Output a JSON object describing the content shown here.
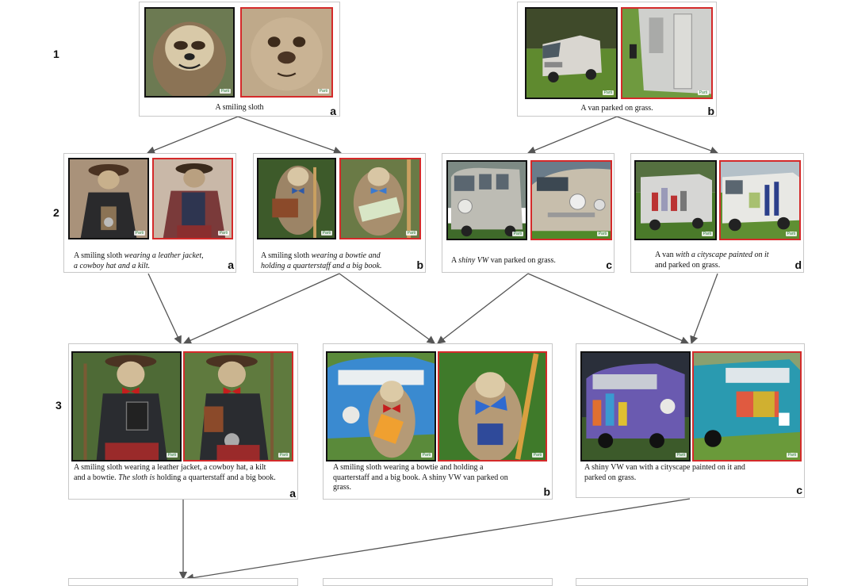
{
  "rows": [
    "1",
    "2",
    "3"
  ],
  "panels": {
    "r1a": {
      "letter": "a",
      "caption": [
        "A smiling sloth"
      ],
      "watermarks": [
        "Parti",
        "Parti"
      ]
    },
    "r1b": {
      "letter": "b",
      "caption": [
        "A van parked on grass."
      ],
      "watermarks": [
        "Parti",
        "Parti"
      ]
    },
    "r2a": {
      "letter": "a",
      "caption": [
        [
          "A smiling sloth ",
          "wearing a leather jacket,"
        ],
        [
          "a cowboy hat and a kilt."
        ]
      ],
      "watermarks": [
        "Parti",
        "Parti"
      ]
    },
    "r2b": {
      "letter": "b",
      "caption": [
        [
          "A smiling sloth ",
          "wearing a bowtie and"
        ],
        [
          "holding a quarterstaff and a big book."
        ]
      ],
      "watermarks": [
        "Parti",
        "Parti"
      ]
    },
    "r2c": {
      "letter": "c",
      "caption": [
        [
          "A ",
          "shiny VW",
          " van parked on grass."
        ]
      ],
      "watermarks": [
        "Parti",
        "Parti"
      ]
    },
    "r2d": {
      "letter": "d",
      "caption": [
        [
          "A van ",
          "with a cityscape painted on it"
        ],
        [
          "and parked on grass."
        ]
      ],
      "watermarks": [
        "Parti",
        "Parti"
      ]
    },
    "r3a": {
      "letter": "a",
      "line1": "A smiling sloth wearing a leather jacket, a cowboy hat, a kilt",
      "line2_plain": "and a bowtie. ",
      "line2_italic": "The sloth is",
      "line2_rest": " holding a quarterstaff and a big book.",
      "watermarks": [
        "Parti",
        "Parti"
      ]
    },
    "r3b": {
      "letter": "b",
      "line1": "A smiling sloth wearing a bowtie and holding a",
      "line2": "quarterstaff and a big book. A shiny VW van parked on",
      "line3": "grass.",
      "watermarks": [
        "Parti",
        "Parti"
      ]
    },
    "r3c": {
      "letter": "c",
      "line1": "A shiny VW van with a cityscape painted on it and",
      "line2": "parked on grass.",
      "watermarks": [
        "Parti",
        "Parti"
      ]
    }
  },
  "colors": {
    "selected_border": "#d42a2a",
    "base_border": "#111111",
    "arrow": "#555555"
  }
}
